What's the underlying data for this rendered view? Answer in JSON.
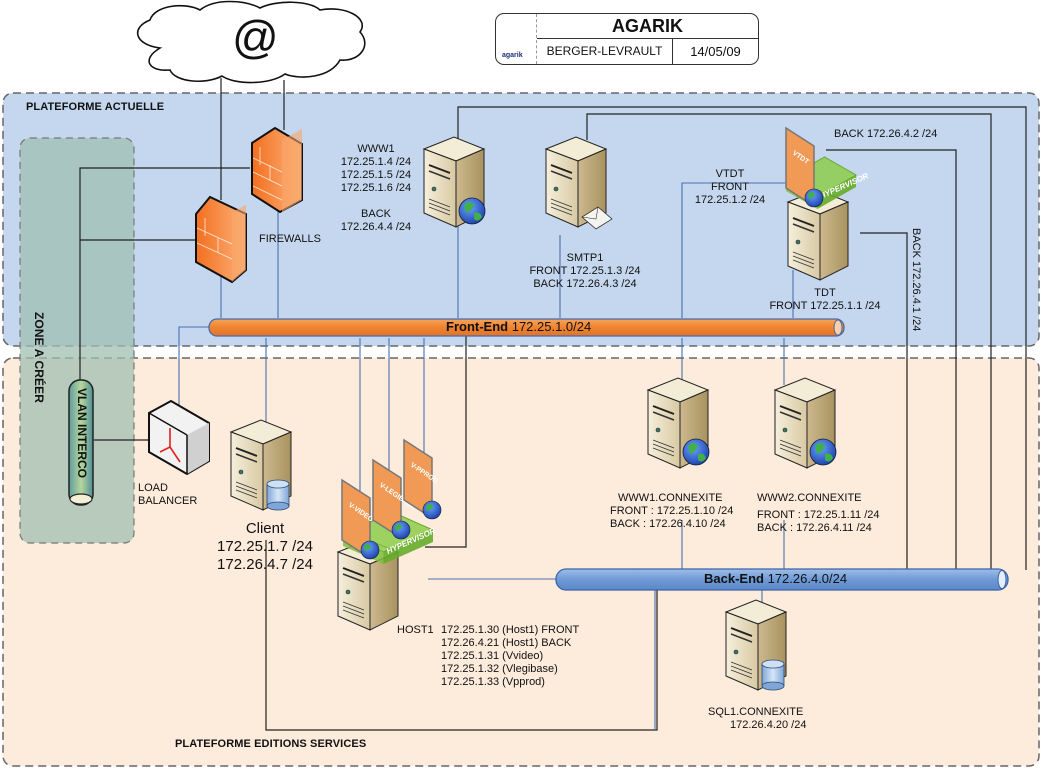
{
  "title_block": {
    "logo_text": "agarik",
    "title": "AGARIK",
    "client": "BERGER-LEVRAULT",
    "date": "14/05/09"
  },
  "internet": {
    "symbol": "@"
  },
  "zones": {
    "current_platform": "PLATEFORME ACTUELLE",
    "editions_platform": "PLATEFORME EDITIONS SERVICES",
    "zone_to_create": "ZONE A CRÉER"
  },
  "buses": {
    "front_end": {
      "name": "Front-End",
      "subnet": "172.25.1.0/24",
      "color": "#f0893a"
    },
    "back_end": {
      "name": "Back-End",
      "subnet": "172.26.4.0/24",
      "color": "#6f9ad6"
    },
    "vlan_interco": {
      "name": "VLAN INTERCO"
    }
  },
  "nodes": {
    "firewalls": {
      "label": "FIREWALLS"
    },
    "www1": {
      "name": "WWW1",
      "lines": [
        "172.25.1.4 /24",
        "172.25.1.5 /24",
        "172.25.1.6 /24",
        "",
        "BACK",
        "172.26.4.4 /24"
      ]
    },
    "smtp1": {
      "name": "SMTP1",
      "lines": [
        "FRONT 172.25.1.3 /24",
        "BACK 172.26.4.3 /24"
      ]
    },
    "vtdt": {
      "vm_label": "VTDT",
      "lines": [
        "VTDT",
        "FRONT",
        "172.25.1.2 /24"
      ],
      "back": "BACK 172.26.4.2 /24"
    },
    "tdt": {
      "name": "TDT",
      "front": "FRONT 172.25.1.1 /24",
      "back": "BACK 172.26.4.1 /24"
    },
    "hypervisor_label": "HYPERVISOR",
    "load_balancer": {
      "lines": [
        "LOAD",
        "BALANCER"
      ]
    },
    "client": {
      "name": "Client",
      "lines": [
        "172.25.1.7 /24",
        "172.26.4.7 /24"
      ]
    },
    "host1": {
      "name": "HOST1",
      "vms": [
        "V-VIDEO",
        "V-LEGIBASE",
        "V-PPROD"
      ],
      "lines": [
        "172.25.1.30 (Host1) FRONT",
        "172.26.4.21 (Host1) BACK",
        "172.25.1.31 (Vvideo)",
        "172.25.1.32 (Vlegibase)",
        "172.25.1.33 (Vpprod)"
      ]
    },
    "www1_connexite": {
      "name": "WWW1.CONNEXITE",
      "front": "FRONT : 172.25.1.10 /24",
      "back": "BACK : 172.26.4.10 /24"
    },
    "www2_connexite": {
      "name": "WWW2.CONNEXITE",
      "front": "FRONT : 172.25.1.11 /24",
      "back": "BACK : 172.26.4.11 /24"
    },
    "sql1_connexite": {
      "name": "SQL1.CONNEXITE",
      "ip": "172.26.4.20 /24"
    }
  },
  "colors": {
    "current_zone_bg": "#c5d7ee",
    "editions_zone_bg": "#fdebdc",
    "create_zone_bg": "#9fbfb2",
    "firewall": "#f07b2a",
    "hypervisor": "#8ccc4a",
    "vm": "#f09a55"
  }
}
